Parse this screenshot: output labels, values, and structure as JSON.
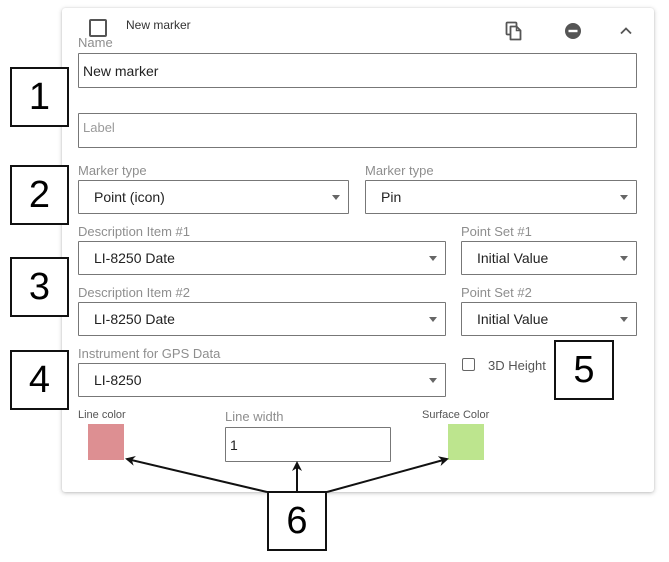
{
  "header": {
    "title": "New marker",
    "checked": false
  },
  "name_field": {
    "label": "Name",
    "value": "New marker"
  },
  "label_field": {
    "placeholder": "Label"
  },
  "marker_type_1": {
    "label": "Marker type",
    "value": "Point (icon)"
  },
  "marker_type_2": {
    "label": "Marker type",
    "value": "Pin"
  },
  "description_item_1": {
    "label": "Description Item #1",
    "value": "LI-8250 Date"
  },
  "point_set_1": {
    "label": "Point Set #1",
    "value": "Initial Value"
  },
  "description_item_2": {
    "label": "Description Item #2",
    "value": "LI-8250 Date"
  },
  "point_set_2": {
    "label": "Point Set #2",
    "value": "Initial Value"
  },
  "gps_instrument": {
    "label": "Instrument for GPS Data",
    "value": "LI-8250"
  },
  "height_3d": {
    "label": "3D Height",
    "checked": false
  },
  "line_color": {
    "label": "Line color",
    "color": "#dd8f92"
  },
  "line_width": {
    "label": "Line width",
    "value": "1"
  },
  "surface_color": {
    "label": "Surface Color",
    "color": "#bde58e"
  },
  "callouts": [
    "1",
    "2",
    "3",
    "4",
    "5",
    "6"
  ],
  "icons": {
    "copy": "copy-icon",
    "remove": "minus-circle-icon",
    "collapse": "chevron-up-icon",
    "dropdown": "caret-down-icon"
  }
}
